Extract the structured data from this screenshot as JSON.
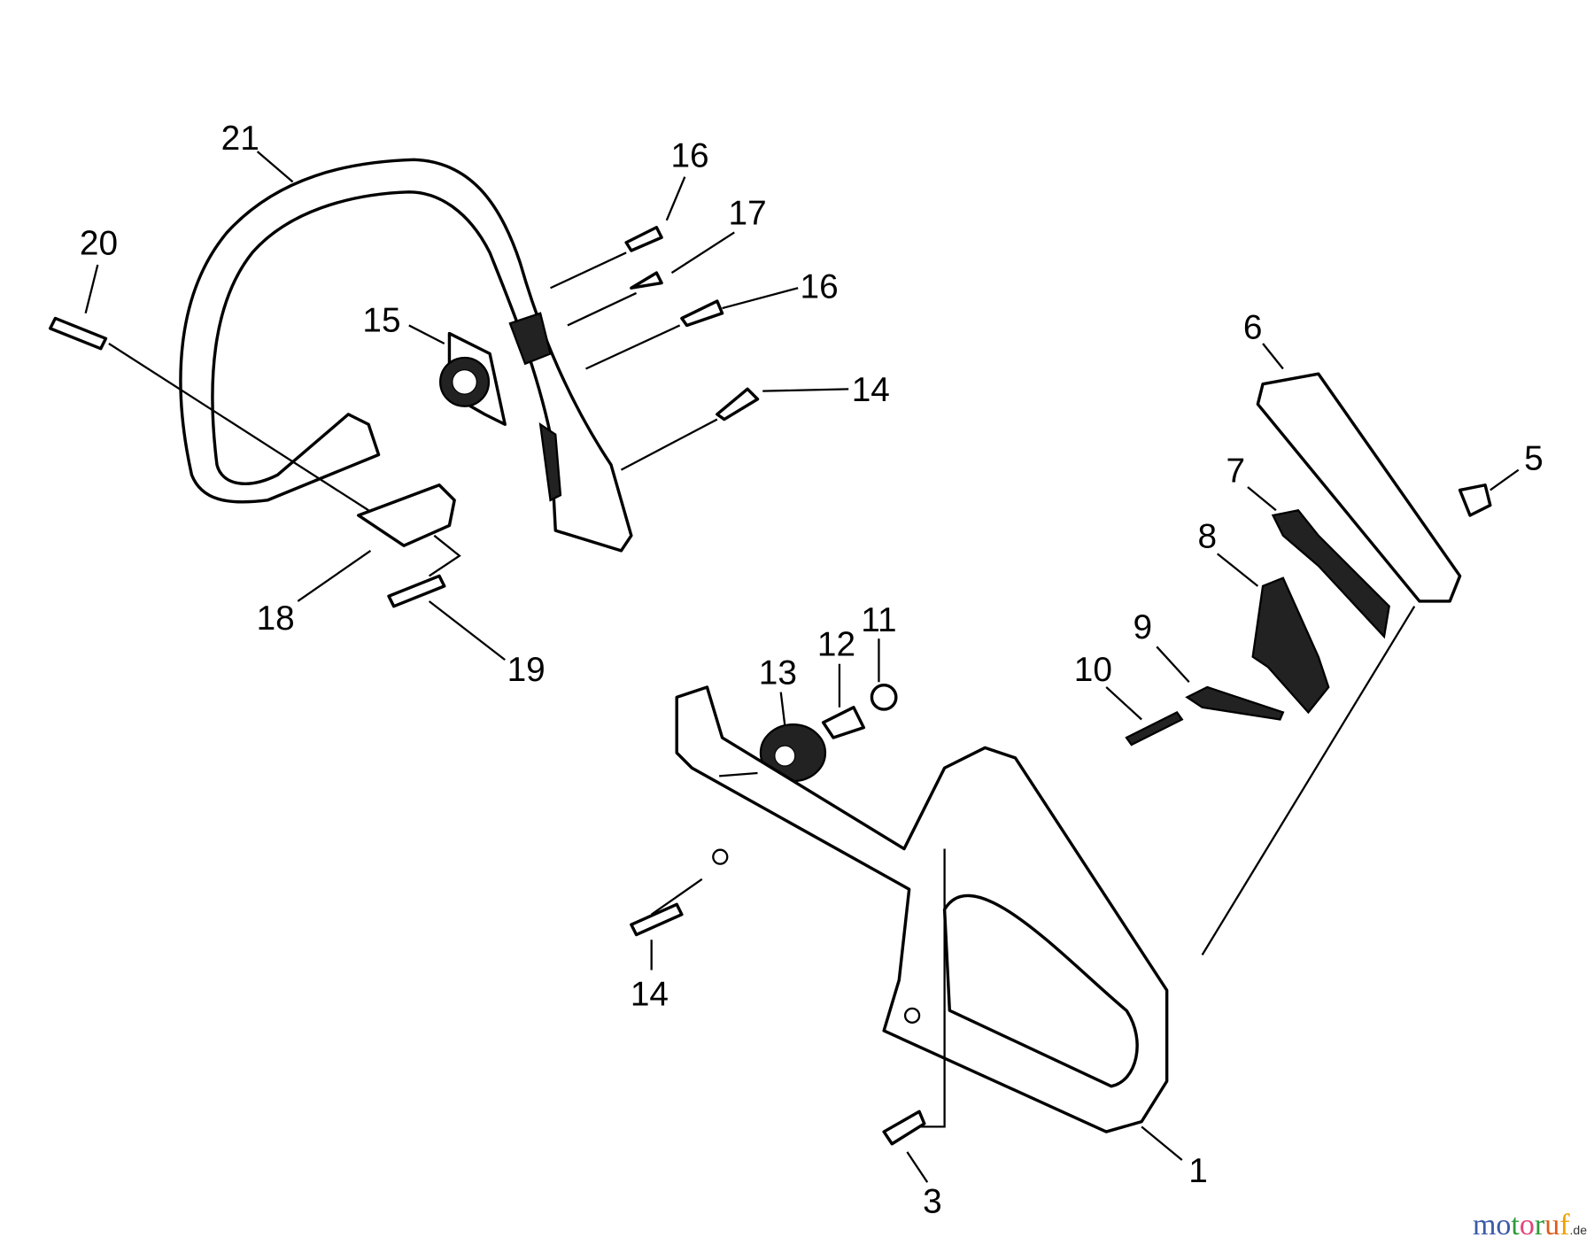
{
  "labels": {
    "p1": "1",
    "p3": "3",
    "p5": "5",
    "p6": "6",
    "p7": "7",
    "p8": "8",
    "p9": "9",
    "p10": "10",
    "p11": "11",
    "p12": "12",
    "p13": "13",
    "p14a": "14",
    "p14b": "14",
    "p15": "15",
    "p16a": "16",
    "p16b": "16",
    "p17": "17",
    "p18": "18",
    "p19": "19",
    "p20": "20",
    "p21": "21"
  },
  "watermark": {
    "name": "motoruf",
    "suffix": ".de",
    "colors": [
      "#3b5aa8",
      "#3b5aa8",
      "#2e9a3a",
      "#e0457b",
      "#2e9a3a",
      "#e05a1a",
      "#f0a000",
      "#e8c000"
    ]
  }
}
